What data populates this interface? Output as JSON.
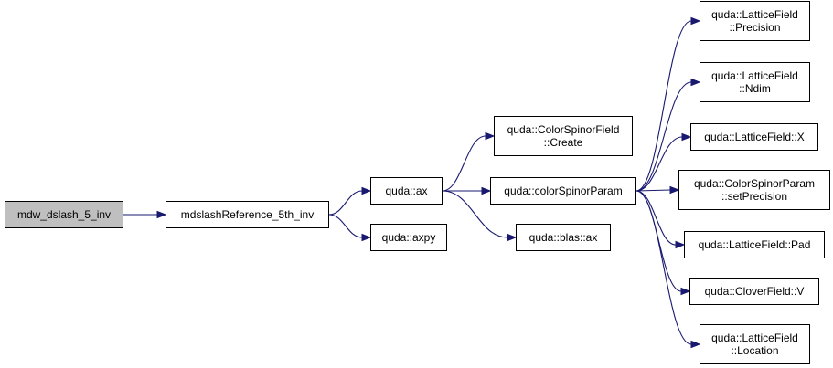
{
  "colors": {
    "edge": "#191970",
    "root_fill": "#bfbfbf",
    "node_fill": "#ffffff",
    "border": "#000000"
  },
  "nodes": {
    "mdw_dslash_5_inv": {
      "lines": [
        "mdw_dslash_5_inv"
      ]
    },
    "mdslash_ref": {
      "lines": [
        "mdslashReference_5th_inv"
      ]
    },
    "quda_ax": {
      "lines": [
        "quda::ax"
      ]
    },
    "quda_axpy": {
      "lines": [
        "quda::axpy"
      ]
    },
    "csf_create": {
      "lines": [
        "quda::ColorSpinorField",
        "::Create"
      ]
    },
    "color_spinor_param": {
      "lines": [
        "quda::colorSpinorParam"
      ]
    },
    "blas_ax": {
      "lines": [
        "quda::blas::ax"
      ]
    },
    "lf_precision": {
      "lines": [
        "quda::LatticeField",
        "::Precision"
      ]
    },
    "lf_ndim": {
      "lines": [
        "quda::LatticeField",
        "::Ndim"
      ]
    },
    "lf_x": {
      "lines": [
        "quda::LatticeField::X"
      ]
    },
    "csp_setprecision": {
      "lines": [
        "quda::ColorSpinorParam",
        "::setPrecision"
      ]
    },
    "lf_pad": {
      "lines": [
        "quda::LatticeField::Pad"
      ]
    },
    "cf_v": {
      "lines": [
        "quda::CloverField::V"
      ]
    },
    "lf_location": {
      "lines": [
        "quda::LatticeField",
        "::Location"
      ]
    }
  },
  "edges": [
    [
      "mdw_dslash_5_inv",
      "mdslash_ref"
    ],
    [
      "mdslash_ref",
      "quda_ax"
    ],
    [
      "mdslash_ref",
      "quda_axpy"
    ],
    [
      "quda_ax",
      "csf_create"
    ],
    [
      "quda_ax",
      "color_spinor_param"
    ],
    [
      "quda_ax",
      "blas_ax"
    ],
    [
      "color_spinor_param",
      "lf_precision"
    ],
    [
      "color_spinor_param",
      "lf_ndim"
    ],
    [
      "color_spinor_param",
      "lf_x"
    ],
    [
      "color_spinor_param",
      "csp_setprecision"
    ],
    [
      "color_spinor_param",
      "lf_pad"
    ],
    [
      "color_spinor_param",
      "cf_v"
    ],
    [
      "color_spinor_param",
      "lf_location"
    ]
  ]
}
